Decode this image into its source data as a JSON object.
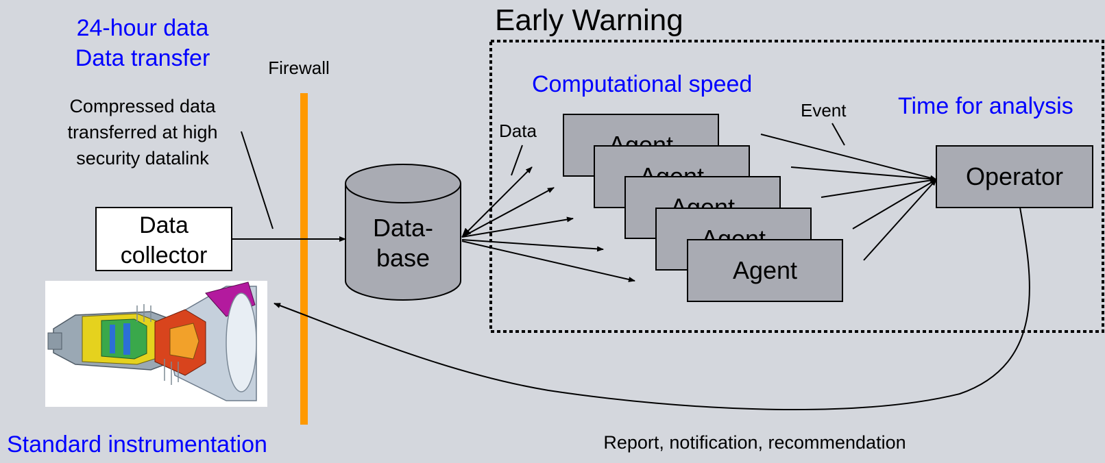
{
  "colors": {
    "background": "#d4d7dd",
    "blue_label": "#0000ff",
    "firewall": "#ff9900",
    "box_fill": "#a9abb3",
    "box_fill_light": "#ffffff",
    "stroke": "#000000"
  },
  "labels": {
    "data_transfer_title_line1": "24-hour data",
    "data_transfer_title_line2": "Data transfer",
    "firewall": "Firewall",
    "compressed_line1": "Compressed data",
    "compressed_line2": "transferred at high",
    "compressed_line3": "security datalink",
    "early_warning": "Early Warning",
    "computational_speed": "Computational speed",
    "time_for_analysis": "Time for analysis",
    "data": "Data",
    "event": "Event",
    "standard_instrumentation": "Standard instrumentation",
    "report": "Report, notification, recommendation"
  },
  "nodes": {
    "data_collector_line1": "Data",
    "data_collector_line2": "collector",
    "database_line1": "Data-",
    "database_line2": "base",
    "operator": "Operator",
    "agents": [
      "Agent",
      "Agent",
      "Agent",
      "Agent",
      "Agent"
    ]
  },
  "icons": {
    "turbine_image": "gas-turbine-cutaway-image"
  }
}
